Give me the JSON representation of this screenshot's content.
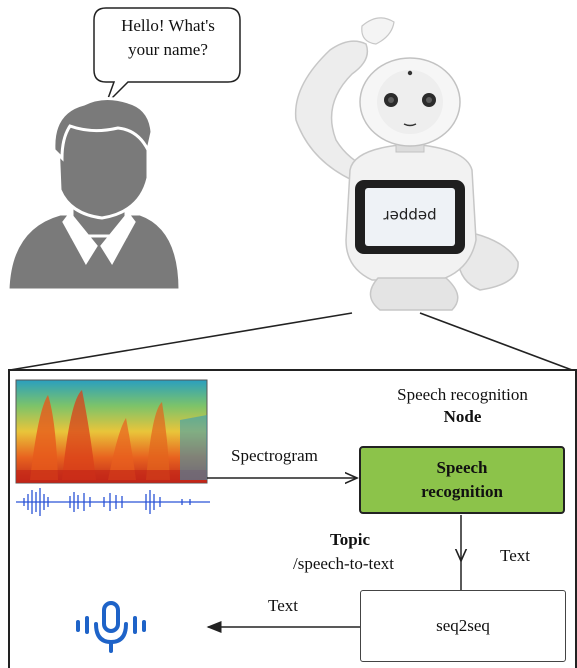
{
  "speech_bubble": {
    "line1": "Hello! What's",
    "line2": "your name?"
  },
  "robot_screen_text": "pepper",
  "node": {
    "title_line1": "Speech recognition",
    "title_line2": "Node"
  },
  "edge_labels": {
    "spectrogram": "Spectrogram",
    "text_right": "Text",
    "text_left": "Text"
  },
  "topic": {
    "title": "Topic",
    "name": "/speech-to-text"
  },
  "boxes": {
    "speech_recognition_line1": "Speech",
    "speech_recognition_line2": "recognition",
    "seq2seq": "seq2seq"
  },
  "colors": {
    "node_fill": "#8cc34a",
    "mic_blue": "#1e63c8",
    "person_gray": "#7a7a7a"
  },
  "icons": [
    "speech-bubble",
    "person-icon",
    "robot-image",
    "spectrogram-image",
    "waveform-image",
    "microphone-icon"
  ]
}
